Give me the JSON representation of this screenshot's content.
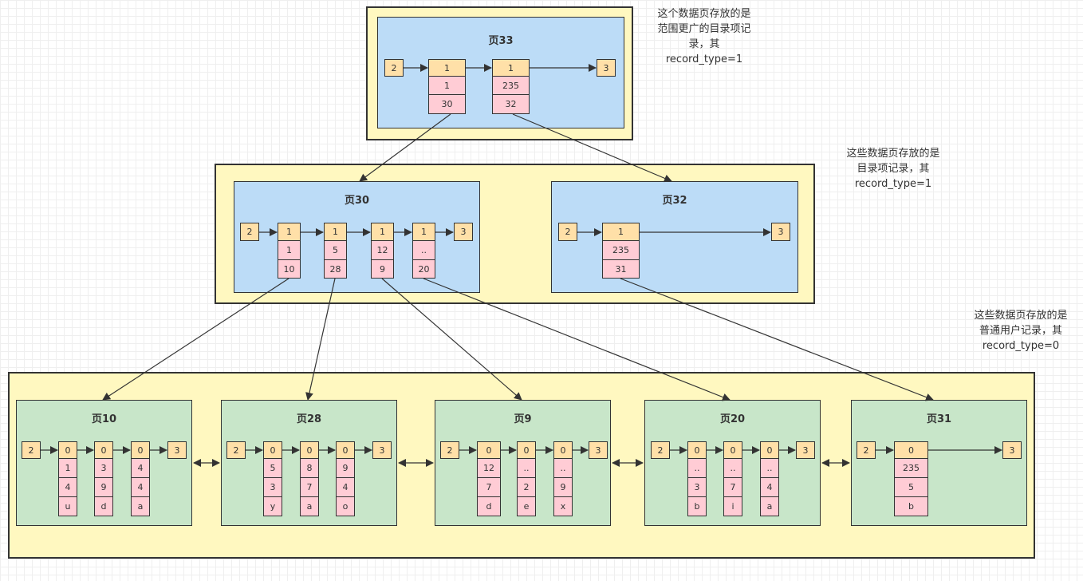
{
  "notes": {
    "top": [
      "这个数据页存放的是",
      "范围更广的目录项记",
      "录，其",
      "record_type=1"
    ],
    "mid": [
      "这些数据页存放的是",
      "目录项记录，其",
      "record_type=1"
    ],
    "bot": [
      "这些数据页存放的是",
      "普通用户记录，其",
      "record_type=0"
    ]
  },
  "pages": [
    {
      "id": "p33",
      "title": "页33",
      "infimum": "2",
      "supremum": "3",
      "records": [
        [
          "1",
          "1",
          "30"
        ],
        [
          "1",
          "235",
          "32"
        ]
      ]
    },
    {
      "id": "p30",
      "title": "页30",
      "infimum": "2",
      "supremum": "3",
      "records": [
        [
          "1",
          "1",
          "10"
        ],
        [
          "1",
          "5",
          "28"
        ],
        [
          "1",
          "12",
          "9"
        ],
        [
          "1",
          "..",
          "20"
        ]
      ]
    },
    {
      "id": "p32",
      "title": "页32",
      "infimum": "2",
      "supremum": "3",
      "records": [
        [
          "1",
          "235",
          "31"
        ]
      ]
    },
    {
      "id": "p10",
      "title": "页10",
      "infimum": "2",
      "supremum": "3",
      "records": [
        [
          "0",
          "1",
          "4",
          "u"
        ],
        [
          "0",
          "3",
          "9",
          "d"
        ],
        [
          "0",
          "4",
          "4",
          "a"
        ]
      ]
    },
    {
      "id": "p28",
      "title": "页28",
      "infimum": "2",
      "supremum": "3",
      "records": [
        [
          "0",
          "5",
          "3",
          "y"
        ],
        [
          "0",
          "8",
          "7",
          "a"
        ],
        [
          "0",
          "9",
          "4",
          "o"
        ]
      ]
    },
    {
      "id": "p9",
      "title": "页9",
      "infimum": "2",
      "supremum": "3",
      "records": [
        [
          "0",
          "12",
          "7",
          "d"
        ],
        [
          "0",
          "..",
          "2",
          "e"
        ],
        [
          "0",
          "..",
          "9",
          "x"
        ]
      ]
    },
    {
      "id": "p20",
      "title": "页20",
      "infimum": "2",
      "supremum": "3",
      "records": [
        [
          "0",
          "..",
          "3",
          "b"
        ],
        [
          "0",
          "..",
          "7",
          "i"
        ],
        [
          "0",
          "..",
          "4",
          "a"
        ]
      ]
    },
    {
      "id": "p31",
      "title": "页31",
      "infimum": "2",
      "supremum": "3",
      "records": [
        [
          "0",
          "235",
          "5",
          "b"
        ]
      ]
    }
  ]
}
